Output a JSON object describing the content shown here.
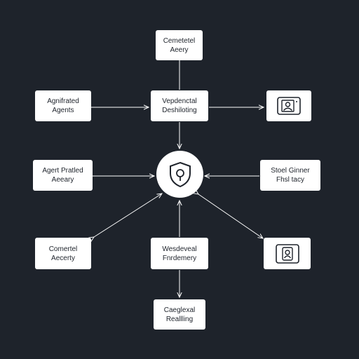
{
  "colors": {
    "background": "#1e232b",
    "node_fill": "#ffffff",
    "node_text": "#1e232b",
    "connector": "#ffffff"
  },
  "nodes": {
    "top": {
      "line1": "Cemetetel",
      "line2": "Aeery"
    },
    "left_upper": {
      "line1": "Agnifrated",
      "line2": "Agents"
    },
    "center_upper": {
      "line1": "Vepdenctal",
      "line2": "Deshiloting"
    },
    "right_upper": {
      "icon": "user-card-icon"
    },
    "left_middle": {
      "line1": "Agert Pratled",
      "line2": "Aeeary"
    },
    "hub": {
      "icon": "shield-lock-icon"
    },
    "right_middle": {
      "line1": "Stoel Ginner",
      "line2": "Fhsl tacy"
    },
    "left_lower": {
      "line1": "Comertel",
      "line2": "Aecerty"
    },
    "center_lower": {
      "line1": "Wesdeveal",
      "line2": "Fnrdemery"
    },
    "right_lower": {
      "icon": "portrait-badge-icon"
    },
    "bottom": {
      "line1": "Caeglexal",
      "line2": "Reallling"
    }
  }
}
